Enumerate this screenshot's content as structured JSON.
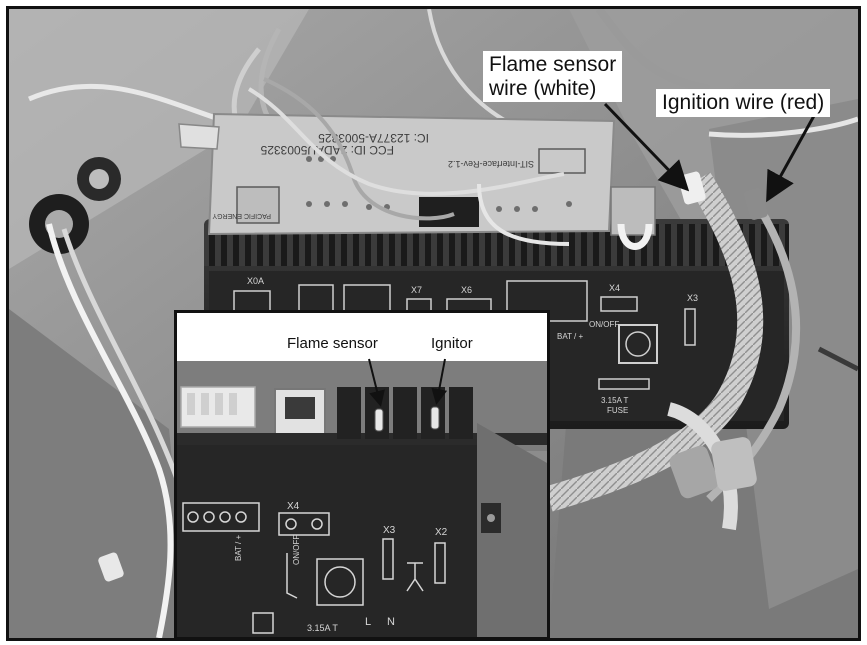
{
  "labels": {
    "flame_sensor_wire_line1": "Flame sensor",
    "flame_sensor_wire_line2": "wire (white)",
    "ignition_wire": "Ignition wire (red)",
    "inset_flame_sensor": "Flame sensor",
    "inset_ignitor": "Ignitor"
  },
  "board_text": {
    "fcc_line1": "FCC ID: 2ADAU5003325",
    "fcc_line2": "IC: 12377A-5003325",
    "interface": "SIT-Interface-Rev-1.2",
    "brand": "PACIFIC ENERGY",
    "x4": "X4",
    "x3": "X3",
    "x2": "X2",
    "x6": "X6",
    "x7": "X7",
    "x0a": "X0A",
    "onoff": "ON/OFF",
    "fuse": "3.15A T",
    "fuse_label": "FUSE",
    "bat": "BAT / +",
    "n": "N",
    "l": "L"
  },
  "colors": {
    "frame_border": "#111111",
    "label_background": "#ffffff",
    "board_dark": "#262626",
    "pcb_light": "#c9c9c9"
  }
}
